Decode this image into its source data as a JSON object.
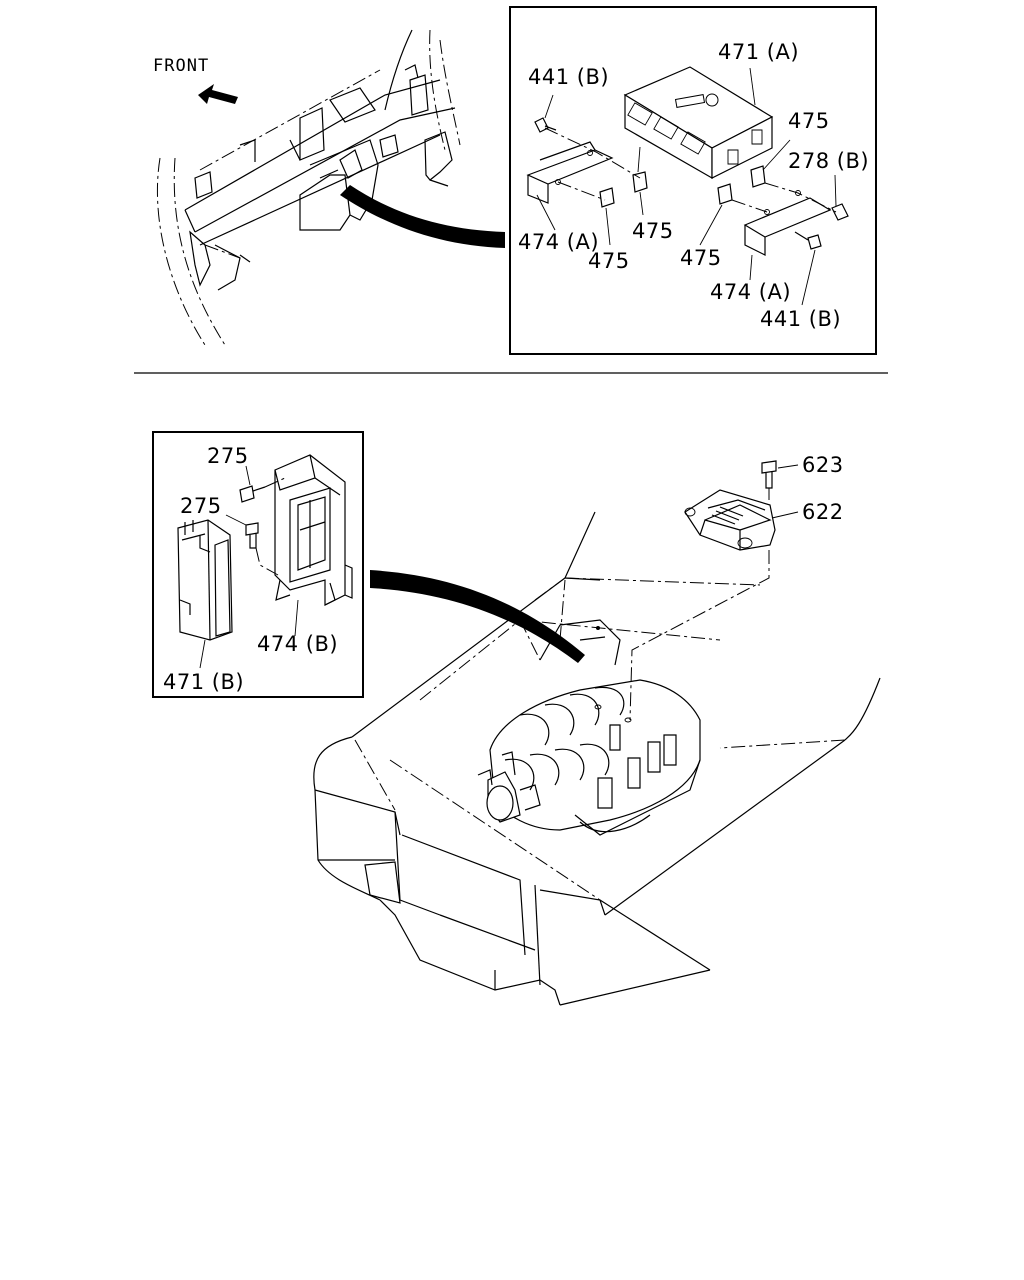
{
  "direction_label": "FRONT",
  "top_inset": {
    "labels": {
      "ecu_a": "471 (A)",
      "screw_left": "441 (B)",
      "grommet_right_top": "475",
      "nut_right": "278 (B)",
      "bracket_left": "474 (A)",
      "grommet_center": "475",
      "grommet_left_bottom": "475",
      "grommet_right_bottom": "475",
      "bracket_right": "474 (A)",
      "screw_right": "441 (B)"
    }
  },
  "bottom_inset": {
    "labels": {
      "bolt_upper": "275",
      "bolt_lower": "275",
      "bracket_b": "474 (B)",
      "ecu_b": "471 (B)"
    }
  },
  "engine_bay": {
    "labels": {
      "bolt_623": "623",
      "module_622": "622"
    }
  },
  "icons": [
    "front-arrow-icon",
    "leader-arrow-icon"
  ]
}
